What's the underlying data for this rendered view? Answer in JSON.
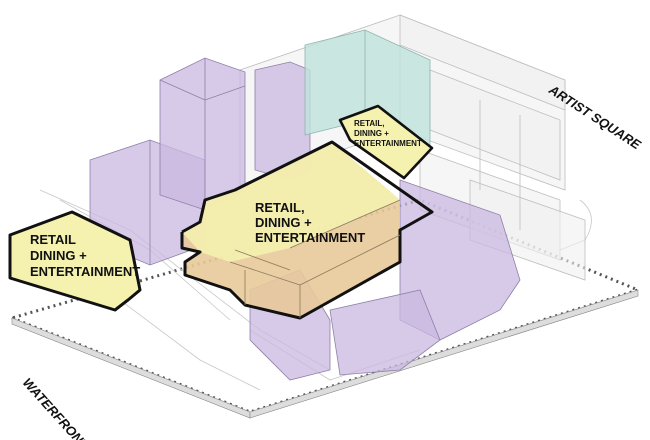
{
  "colors": {
    "background": "#ffffff",
    "retail_fill": "#f5f2b0",
    "retail_stroke": "#111111",
    "core_fill": "#e8c99a",
    "residential_fill": "#c9b8e0",
    "office_fill": "#bfe2dc",
    "ghost_fill": "#eeeeee",
    "ghost_stroke": "#bcbcbc"
  },
  "labels": {
    "retail_left": [
      "RETAIL",
      "DINING +",
      "ENTERTAINMENT"
    ],
    "retail_center": [
      "RETAIL,",
      "DINING +",
      "ENTERTAINMENT"
    ],
    "retail_top": [
      "RETAIL,",
      "DINING +",
      "ENTERTAINMENT"
    ],
    "artist_square": "ARTIST SQUARE",
    "waterfront": "WATERFRONT"
  }
}
